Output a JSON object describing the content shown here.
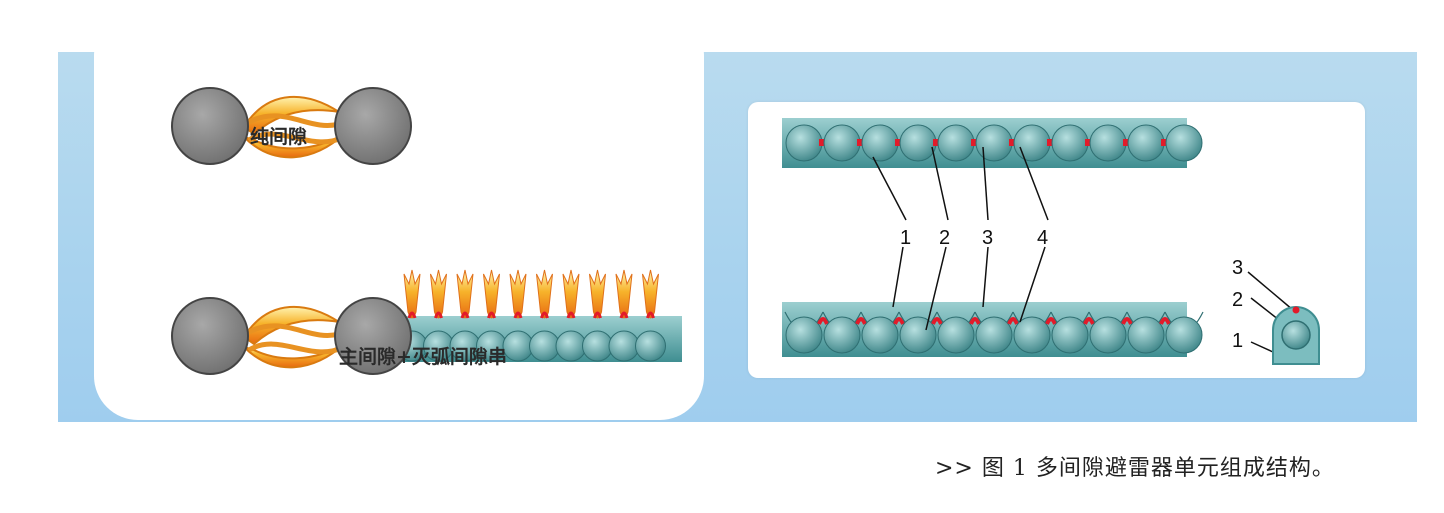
{
  "left_panel": {
    "pure_gap_caption": "纯间隙",
    "main_gap_caption": "主间隙+灭弧间隙串"
  },
  "right_panel": {
    "top_labels": [
      "1",
      "2",
      "3",
      "4"
    ],
    "side_labels": [
      "3",
      "2",
      "1"
    ]
  },
  "figure_caption": ">> 图 1  多间隙避雷器单元组成结构。",
  "colors": {
    "panel_bg": "#a9d3ee",
    "electrode": "#8a8a8a",
    "arc_flame": "#f5a623",
    "teal_body": "#6fb3b5",
    "red_electrode": "#e21b2a"
  }
}
